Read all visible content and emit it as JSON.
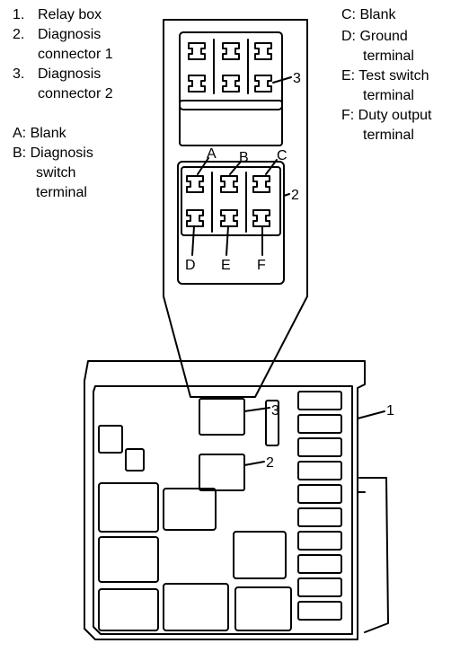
{
  "legend_left": {
    "items": [
      {
        "num": "1.",
        "lines": [
          "Relay box"
        ]
      },
      {
        "num": "2.",
        "lines": [
          "Diagnosis",
          "connector 1"
        ]
      },
      {
        "num": "3.",
        "lines": [
          "Diagnosis",
          "connector 2"
        ]
      }
    ],
    "letters": [
      {
        "key": "A:",
        "lines": [
          "Blank"
        ]
      },
      {
        "key": "B:",
        "lines": [
          "Diagnosis",
          "switch",
          "terminal"
        ]
      }
    ]
  },
  "legend_right": {
    "letters": [
      {
        "key": "C:",
        "lines": [
          "Blank"
        ]
      },
      {
        "key": "D:",
        "lines": [
          "Ground",
          "terminal"
        ]
      },
      {
        "key": "E:",
        "lines": [
          "Test switch",
          "terminal"
        ]
      },
      {
        "key": "F:",
        "lines": [
          "Duty output",
          "terminal"
        ]
      }
    ]
  },
  "callouts": {
    "connector3": "3",
    "connector2": "2",
    "relay_box": "1",
    "a": "A",
    "b": "B",
    "c": "C",
    "d": "D",
    "e": "E",
    "f": "F"
  }
}
